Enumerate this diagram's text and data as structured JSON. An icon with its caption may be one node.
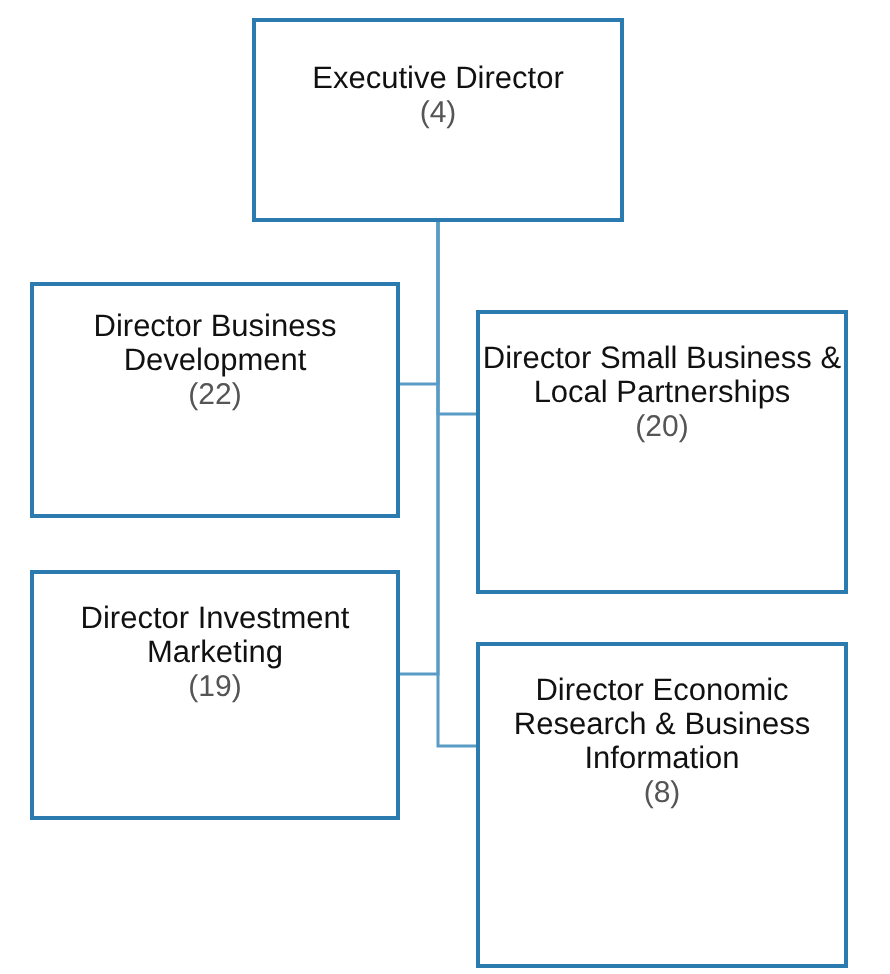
{
  "diagram": {
    "nodes": [
      {
        "text": [
          "Executive Director",
          "(4)"
        ]
      },
      {
        "text": [
          "Director Business Development",
          "(22)"
        ]
      },
      {
        "text": [
          "Director Small Business & Local Partnerships",
          "(20)"
        ]
      },
      {
        "text": [
          "Director Investment Marketing",
          "(19)"
        ]
      },
      {
        "text": [
          "Director Economic Research & Business Information",
          "(8)"
        ]
      }
    ],
    "edges": [
      {
        "from": 0,
        "to": 1,
        "arrow": "none"
      },
      {
        "from": 0,
        "to": 2,
        "arrow": "none"
      },
      {
        "from": 0,
        "to": 3,
        "arrow": "none"
      },
      {
        "from": 0,
        "to": 4,
        "arrow": "none"
      }
    ]
  }
}
